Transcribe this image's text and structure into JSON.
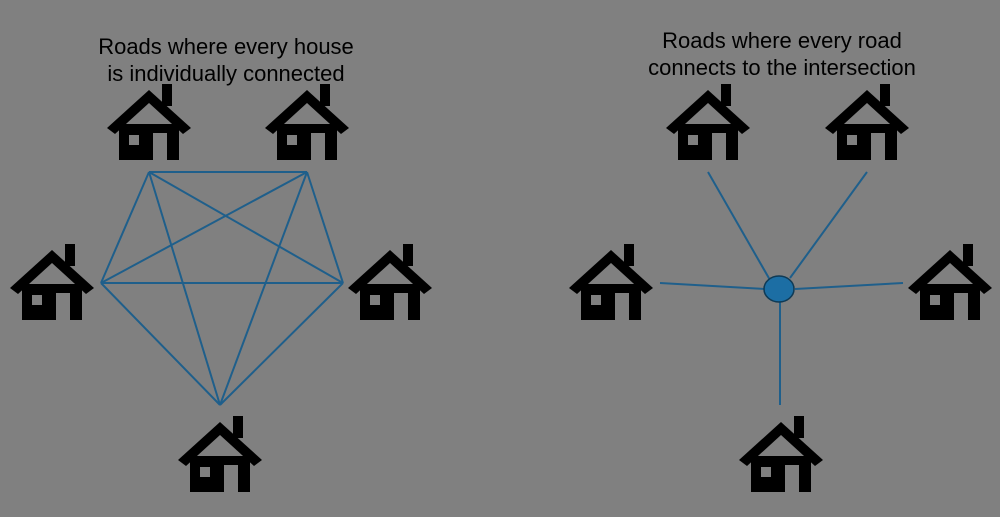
{
  "panels": [
    {
      "id": "left",
      "caption": [
        "Roads where every house",
        "is individually connected"
      ],
      "layout": "fully-connected",
      "house_count": 5
    },
    {
      "id": "right",
      "caption": [
        "Roads where every road",
        "connects to the intersection"
      ],
      "layout": "hub",
      "house_count": 5,
      "has_intersection_node": true
    }
  ],
  "colors": {
    "background": "#808080",
    "road": "#1f5f8b",
    "intersection": "#1c6ea4",
    "house": "#000000"
  },
  "icons": [
    "house-icon"
  ]
}
